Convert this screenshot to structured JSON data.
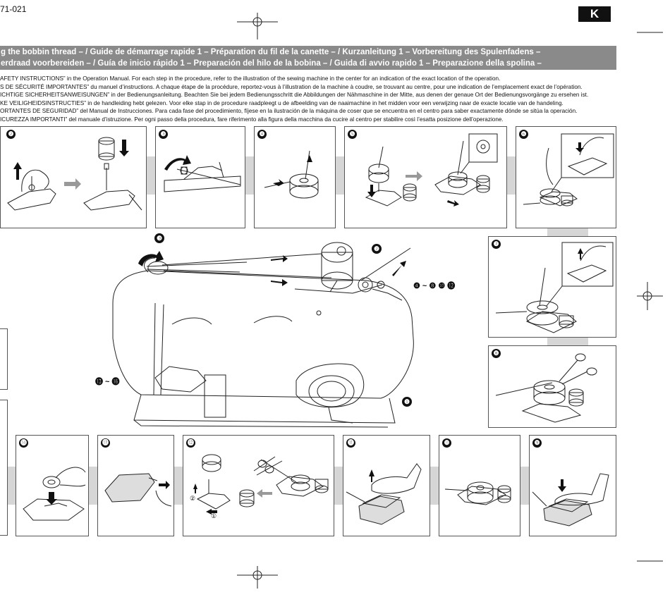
{
  "header": {
    "doc_code": "71-021",
    "section_tab": "K"
  },
  "banner": {
    "line1": "g the bobbin thread – / Guide de démarrage rapide 1  – Préparation du fil de la canette – / Kurzanleitung 1 – Vorbereitung des Spulenfadens –",
    "line2": "erdraad voorbereiden – / Guía de inicio rápido 1  – Preparación del hilo de la bobina – / Guida di avvio rapido 1  – Preparazione della spolina –"
  },
  "intro_lines": [
    "AFETY INSTRUCTIONS” in the Operation Manual. For each step in the procedure, refer to the illustration of the sewing machine in the center for an indication of the exact location of the operation.",
    "S DE SÉCURITÉ IMPORTANTES” du manuel d’instructions. A chaque étape de la procédure, reportez-vous à l’illustration de la machine à coudre, se trouvant au centre, pour une indication de l’emplacement exact de l’opération.",
    "ICHTIGE SICHERHEITSANWEISUNGEN” in der Bedienungsanleitung. Beachten Sie bei jedem Bedienungsschritt die Abbildungen der Nähmaschine in der Mitte, aus denen der genaue Ort der Bedienungsvorgänge zu ersehen ist.",
    "KE VEILIGHEIDSINSTRUCTIES” in de handleiding hebt gelezen. Voor elke stap in de procedure raadpleegt u de afbeelding van de naaimachine in het midden voor een verwijzing naar de exacte locatie van de handeling.",
    "ORTANTES DE SEGURIDAD” del Manual de Instrucciones. Para cada fase del procedimiento, fíjese en la ilustración de la máquina de coser que se encuentra en el centro para saber exactamente dónde se sitúa la operación.",
    "ICUREZZA IMPORTANTI” del manuale d’istruzione. Per ogni passo della procedura, fare riferimento alla figura della macchina da cucire al centro per stabilire così l’esatta posizione dell’operazione."
  ],
  "steps": {
    "s2": "❷",
    "s3": "❸",
    "s4": "❹",
    "s5": "❺",
    "s6": "❻",
    "s7": "❼",
    "s8": "❽",
    "s9": "❾",
    "s10": "❿",
    "s11": "⓫",
    "s12": "⓬",
    "s13": "⓭",
    "s14": "⓮"
  },
  "callouts": {
    "c1": "❶",
    "c2": "❷",
    "c3": "❸",
    "c4_range": "❹ ~ ❽ ❿ ⓬",
    "c13_range": "⓭ ~ ⓰"
  },
  "substeps": {
    "a": "②",
    "b": "①"
  }
}
